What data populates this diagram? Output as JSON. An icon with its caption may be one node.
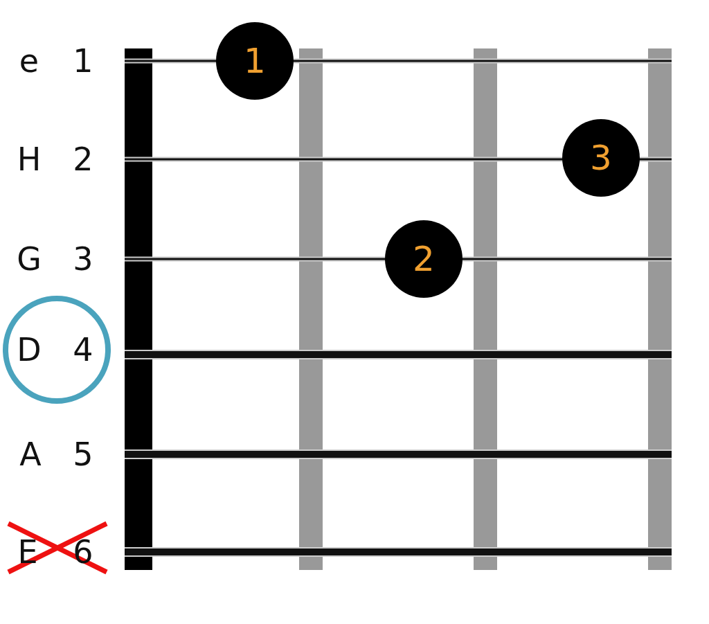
{
  "diagram": {
    "nodes": [
      {
        "text": [
          "1"
        ]
      },
      {
        "text": [
          "3"
        ]
      },
      {
        "text": [
          "2"
        ]
      },
      {
        "text": [
          "D",
          "4"
        ]
      }
    ],
    "labels": [
      "e",
      "1",
      "H",
      "2",
      "G",
      "3",
      "A",
      "5",
      "E",
      "6"
    ]
  }
}
